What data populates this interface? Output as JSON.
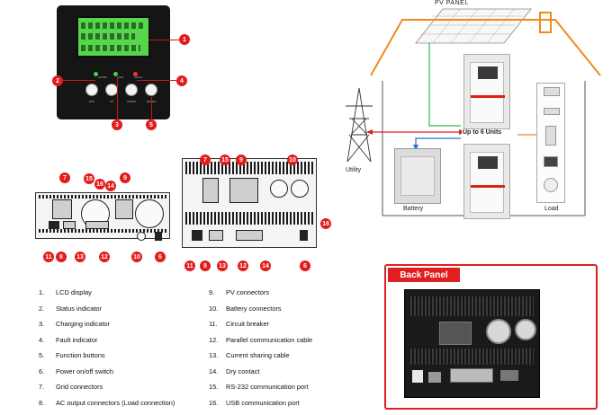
{
  "callouts": {
    "front": [
      "1",
      "2",
      "3",
      "4",
      "5"
    ],
    "left_top": [
      "7",
      "15",
      "16",
      "14",
      "9"
    ],
    "left_bottom": [
      "11",
      "8",
      "13",
      "12",
      "10",
      "6"
    ],
    "right_top": [
      "7",
      "15",
      "9",
      "10"
    ],
    "right_side": "16",
    "right_bottom": [
      "11",
      "8",
      "13",
      "12",
      "14",
      "6"
    ]
  },
  "front_panel": {
    "led_labels": [
      "AC/INV",
      "CHG",
      "FAULT"
    ],
    "button_labels": [
      "ESC",
      "UP",
      "DOWN",
      "ENTER"
    ]
  },
  "system": {
    "pv_panel": "PV PANEL",
    "up_to": "Up to 6 Units",
    "utility": "Utility",
    "battery": "Battery",
    "load": "Load"
  },
  "legend": {
    "left": [
      {
        "num": "1.",
        "text": "LCD display"
      },
      {
        "num": "2.",
        "text": "Status indicator"
      },
      {
        "num": "3.",
        "text": "Charging indicator"
      },
      {
        "num": "4.",
        "text": "Fault indicator"
      },
      {
        "num": "5.",
        "text": "Function buttons"
      },
      {
        "num": "6.",
        "text": "Power on/off switch"
      },
      {
        "num": "7.",
        "text": "Grid connectors"
      },
      {
        "num": "8.",
        "text": "AC output connectors (Load connection)"
      }
    ],
    "right": [
      {
        "num": "9.",
        "text": "PV connectors"
      },
      {
        "num": "10.",
        "text": "Battery connectors"
      },
      {
        "num": "11.",
        "text": "Circuit breaker"
      },
      {
        "num": "12.",
        "text": "Parallel communication cable"
      },
      {
        "num": "13.",
        "text": "Current sharing cable"
      },
      {
        "num": "14.",
        "text": "Dry contact"
      },
      {
        "num": "15.",
        "text": "RS-232 communication port"
      },
      {
        "num": "16.",
        "text": "USB communication port"
      }
    ]
  },
  "back_panel": {
    "title": "Back Panel"
  },
  "colors": {
    "callout": "#e31b1b",
    "lcd": "#56d64a",
    "roof": "#f08a1c",
    "ac_line": "#d92020",
    "pv_line": "#39b54a",
    "dc_line": "#2b6fd6",
    "load_line": "#f08a1c"
  }
}
